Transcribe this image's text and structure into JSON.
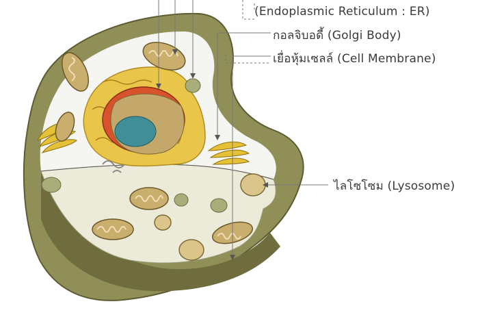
{
  "labels": {
    "er": "(Endoplasmic Reticulum : ER)",
    "golgi": "กอลจิบอดี้ (Golgi Body)",
    "membrane": "เยื่อหุ้มเซลล์ (Cell Membrane)",
    "lysosome": "ไลโซโซม (Lysosome)"
  },
  "colors": {
    "membrane_outer": "#8f8f57",
    "membrane_dark": "#6f6c3d",
    "cytoplasm": "#f5f5f1",
    "cut_face": "#ecebd9",
    "mitochondria": "#c9ae6e",
    "mito_inner": "#f0dfb5",
    "golgi": "#e4c135",
    "nucleus_red": "#d8522b",
    "nucleus_tan": "#c4a86b",
    "nucleolus": "#3f8e98",
    "er_yellow": "#e9c64a",
    "vesicle": "#a9ad7a",
    "lysosome": "#dcc58a",
    "leader_line": "#777777"
  },
  "icons": {
    "cell": "animal-cell-illustration"
  }
}
